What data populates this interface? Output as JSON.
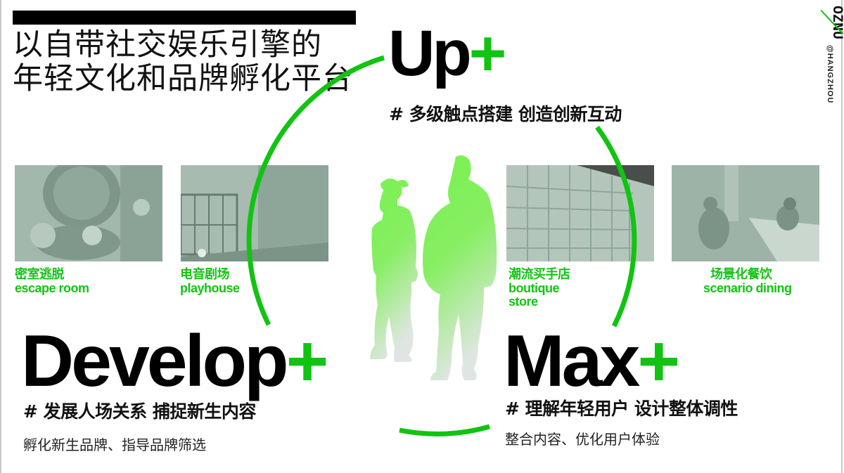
{
  "headline": {
    "line1": "以自带社交娱乐引擎的",
    "line2": "年轻文化和品牌孵化平台"
  },
  "logo": {
    "mark": "OZNU",
    "city": "@HANGZHOU"
  },
  "colors": {
    "accent_green": "#12c312",
    "silhouette_green": "#7ef556",
    "photo_tint": "#9fb5aa",
    "text": "#111111"
  },
  "pillars": {
    "up": {
      "word": "Up",
      "plus": "+",
      "tagline": "# 多级触点搭建 创造创新互动"
    },
    "develop": {
      "word": "Develop",
      "plus": "+",
      "tagline": "# 发展人场关系 捕捉新生内容",
      "subline": "孵化新生品牌、指导品牌筛选"
    },
    "max": {
      "word": "Max",
      "plus": "+",
      "tagline": "# 理解年轻用户 设计整体调性",
      "subline": "整合内容、优化用户体验"
    }
  },
  "scenes": [
    {
      "zh": "密室逃脱",
      "en": "escape room",
      "en2": ""
    },
    {
      "zh": "电音剧场",
      "en": "playhouse",
      "en2": ""
    },
    {
      "zh": "潮流买手店",
      "en": "boutique",
      "en2": "store"
    },
    {
      "zh": "场景化餐饮",
      "en": "scenario dining",
      "en2": ""
    }
  ],
  "center_graphic": {
    "icon": "two-people-silhouette-icon"
  }
}
